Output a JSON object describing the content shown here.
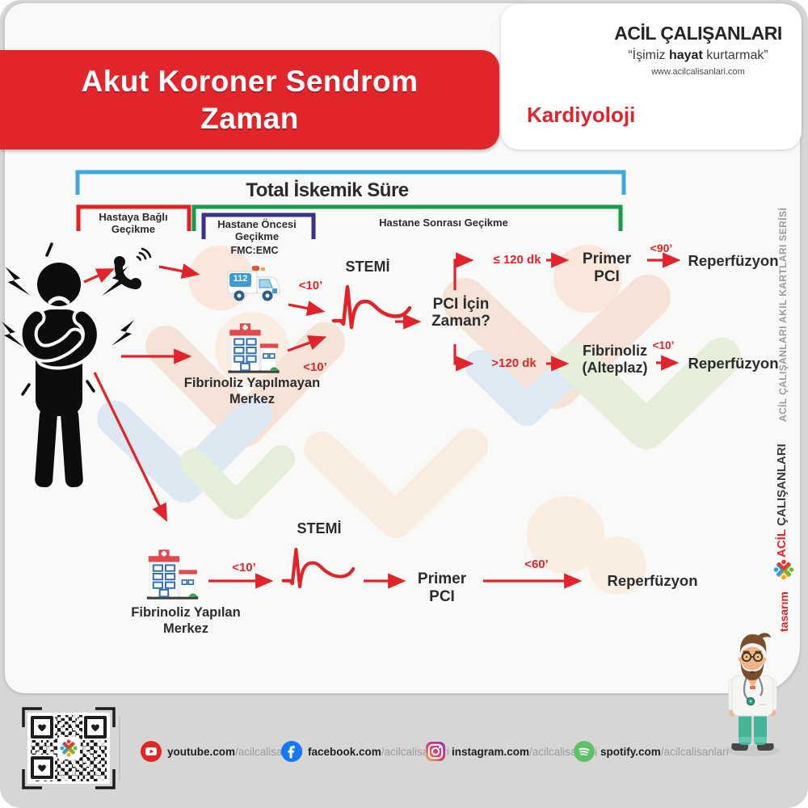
{
  "title": {
    "line1": "Akut Koroner Sendrom",
    "line2": "Zaman"
  },
  "brand": {
    "name": "ACİL ÇALIŞANLARI",
    "tagline_open": "“İşimiz ",
    "tagline_bold": "hayat",
    "tagline_close": " kurtarmak”",
    "website": "www.acilcalisanlari.com",
    "category": "Kardiyoloji"
  },
  "brackets": {
    "total": "Total İskemik Süre",
    "patient_delay": "Hastaya Bağlı Geçikme",
    "prehospital_delay": "Hastane Öncesi Geçikme",
    "posthospital_delay": "Hastane Sonrası Geçikme"
  },
  "flow": {
    "fmc": "FMC:EMC",
    "ambulance_number": "112",
    "stemi_top": "STEMİ",
    "stemi_bottom": "STEMİ",
    "center_no_fibrinolysis": "Fibrinoliz Yapılmayan Merkez",
    "center_fibrinolysis": "Fibrinoliz Yapılan Merkez",
    "decision": "PCI İçin Zaman?",
    "branch_le120": "≤ 120 dk",
    "branch_gt120": ">120 dk",
    "primer_pci_top": "Primer PCI",
    "primer_pci_bottom": "Primer PCI",
    "fibrinolysis_drug": "Fibrinoliz (Alteplaz)",
    "reperfusion_top": "Reperfüzyon",
    "reperfusion_mid": "Reperfüzyon",
    "reperfusion_bottom": "Reperfüzyon",
    "time_ambulance": "<10’",
    "time_hospital": "<10’",
    "time_pci": "<90’",
    "time_lysis": "<10’",
    "time_bottom_center": "<10’",
    "time_bottom_pci": "<60’"
  },
  "sidebar": {
    "series": "ACİL ÇALIŞANLARI AKIL KARTLARI SERİSİ",
    "brand_red": "ACİL",
    "brand_dark": " ÇALIŞANLARI",
    "design": "tasarım"
  },
  "footer": {
    "social": [
      {
        "platform": "youtube",
        "domain": "youtube.com",
        "handle": "/acilcalisanlari"
      },
      {
        "platform": "facebook",
        "domain": "facebook.com",
        "handle": "/acilcalisanlari"
      },
      {
        "platform": "instagram",
        "domain": "instagram.com",
        "handle": "/acilcalisanlari"
      },
      {
        "platform": "spotify",
        "domain": "spotify.com",
        "handle": "/acilcalisanlari"
      }
    ]
  },
  "icons": {
    "phone": "phone-handset-icon",
    "ambulance": "ambulance-112-icon",
    "hospital": "hospital-building-icon",
    "ecg": "ecg-stemi-trace",
    "patient": "chest-pain-patient-pictogram",
    "heart": "anatomical-heart-icon",
    "logo": "acil-calisanlari-logo",
    "qr": "qr-code",
    "doctor": "doctor-mascot"
  },
  "colors": {
    "banner_red": "#e2242b",
    "arrow_red": "#e1242b",
    "bracket_blue": "#3fa9dc",
    "bracket_red": "#e02227",
    "bracket_green": "#129e49",
    "bracket_purple": "#3b3187",
    "logo_red": "#e23a2e",
    "logo_blue": "#2da0d8",
    "logo_green": "#71b62f",
    "logo_orange": "#f3a21f",
    "text_dark": "#2c2c2b",
    "page_gray": "#d6d6d7",
    "card_bg": "#f9f9f8"
  }
}
